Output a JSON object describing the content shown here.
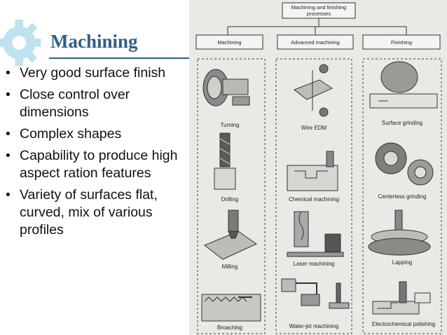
{
  "slide": {
    "title": "Machining",
    "bullets": [
      "Very good surface finish",
      "Close control over dimensions",
      "Complex shapes",
      "Capability to produce high aspect ration features",
      "Variety of surfaces flat, curved, mix of various profiles"
    ]
  },
  "figure": {
    "root_label": "Machining and finishing processes",
    "columns": [
      "Machining",
      "Advanced machining",
      "Finishing"
    ],
    "machining": [
      "Turning",
      "Drilling",
      "Milling",
      "Broaching"
    ],
    "advanced": [
      "Wire EDM",
      "Chemical machining",
      "Laser machining",
      "Water-jet machining"
    ],
    "finishing": [
      "Surface grinding",
      "Centerless grinding",
      "Lapping",
      "Electrochemical polishing"
    ]
  },
  "colors": {
    "title": "#2e5f8a",
    "gear": "#a8d8e6"
  }
}
